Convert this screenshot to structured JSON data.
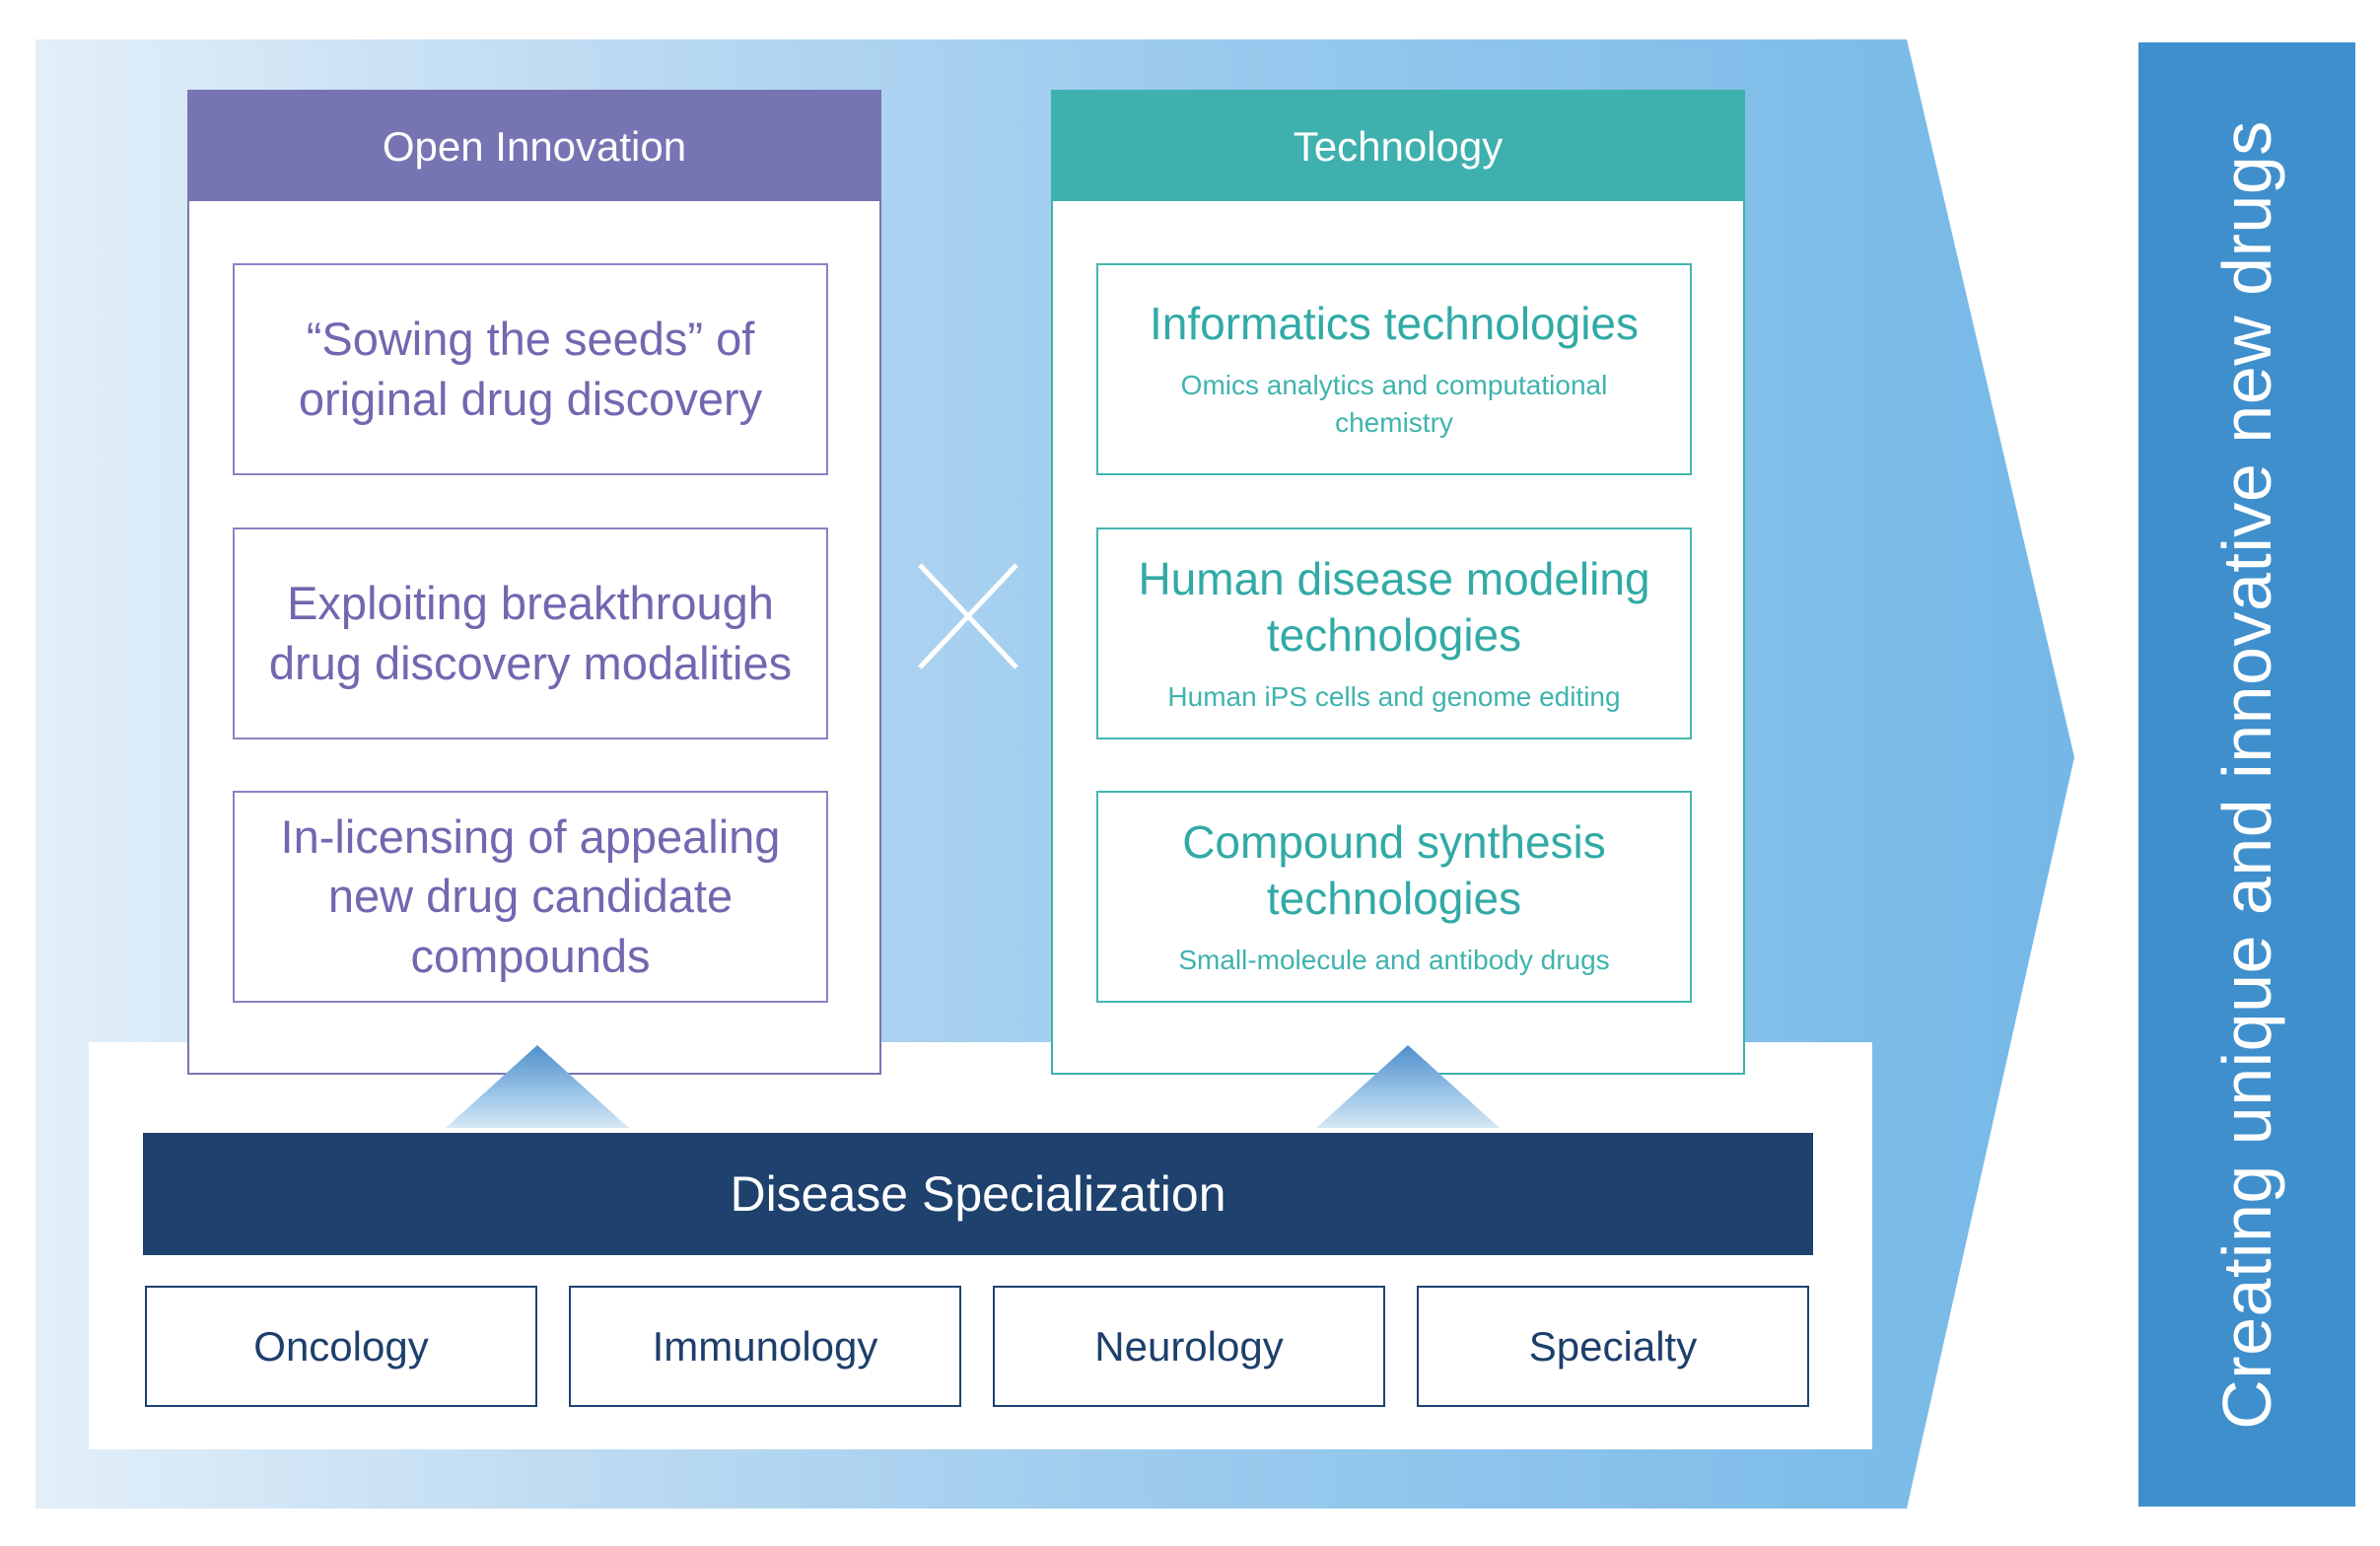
{
  "goal": {
    "label": "Creating unique and innovative new drugs"
  },
  "open_innovation": {
    "header": "Open Innovation",
    "items": [
      {
        "title": "“Sowing the seeds” of original drug discovery"
      },
      {
        "title": "Exploiting breakthrough drug discovery modalities"
      },
      {
        "title": "In-licensing of appealing new drug candidate compounds"
      }
    ]
  },
  "technology": {
    "header": "Technology",
    "items": [
      {
        "title": "Informatics technologies",
        "subtitle": "Omics analytics and computational chemistry"
      },
      {
        "title": "Human disease modeling technologies",
        "subtitle": "Human iPS cells and genome editing"
      },
      {
        "title": "Compound synthesis technologies",
        "subtitle": "Small-molecule and antibody drugs"
      }
    ]
  },
  "disease_specialization": {
    "label": "Disease Specialization",
    "areas": [
      "Oncology",
      "Immunology",
      "Neurology",
      "Specialty"
    ]
  },
  "colors": {
    "open_innovation": "#7674b3",
    "technology": "#3eb0ae",
    "disease_bar": "#1e416e",
    "goal_bar": "#3f8fcd"
  },
  "icons": {
    "combine": "times-icon"
  }
}
